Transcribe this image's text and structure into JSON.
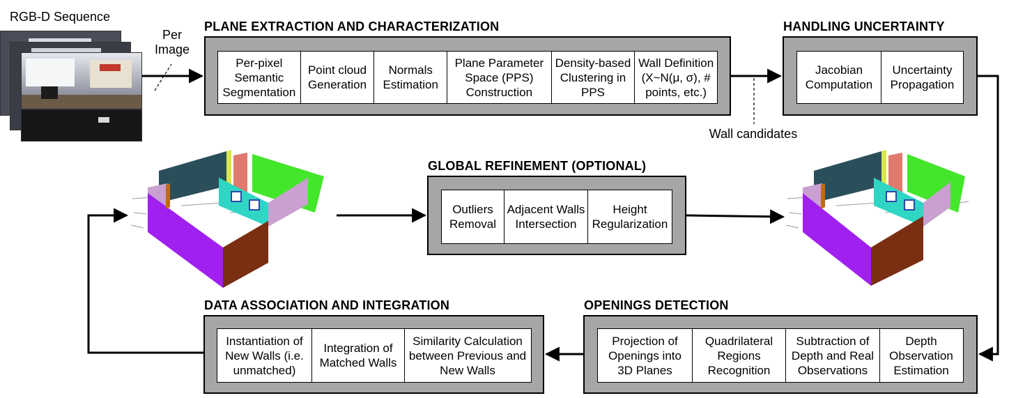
{
  "input": {
    "title": "RGB-D Sequence",
    "per_image": [
      "Per",
      "Image"
    ]
  },
  "plane_extraction": {
    "title": "PLANE EXTRACTION AND CHARACTERIZATION",
    "steps": [
      "Per-pixel Semantic Segmentation",
      "Point cloud Generation",
      "Normals Estimation",
      "Plane Parameter Space (PPS) Construction",
      "Density-based Clustering in PPS",
      "Wall Definition (X~N(μ, σ), # points, etc.)"
    ]
  },
  "handling_uncertainty": {
    "title": "HANDLING UNCERTAINTY",
    "steps": [
      "Jacobian Computation",
      "Uncertainty Propagation"
    ]
  },
  "wall_candidates": "Wall candidates",
  "global_refinement": {
    "title": "GLOBAL REFINEMENT (OPTIONAL)",
    "steps": [
      "Outliers Removal",
      "Adjacent Walls Intersection",
      "Height Regularization"
    ]
  },
  "data_association": {
    "title": "DATA ASSOCIATION AND INTEGRATION",
    "steps": [
      "Instantiation of New Walls (i.e. unmatched)",
      "Integration of Matched Walls",
      "Similarity Calculation between Previous and New Walls"
    ]
  },
  "openings_detection": {
    "title": "OPENINGS DETECTION",
    "steps": [
      "Projection of Openings into 3D Planes",
      "Quadrilateral Regions Recognition",
      "Subtraction of Depth and Real Observations",
      "Depth Observation Estimation"
    ]
  },
  "wall_colors": {
    "dark_teal": "#2b4f5a",
    "lime": "#44e62b",
    "cyan": "#2fd6c4",
    "purple": "#a020f0",
    "brown": "#7a2e12",
    "pink": "#c9a0d0",
    "salmon": "#e07a6e",
    "yellow": "#d8e84a"
  }
}
